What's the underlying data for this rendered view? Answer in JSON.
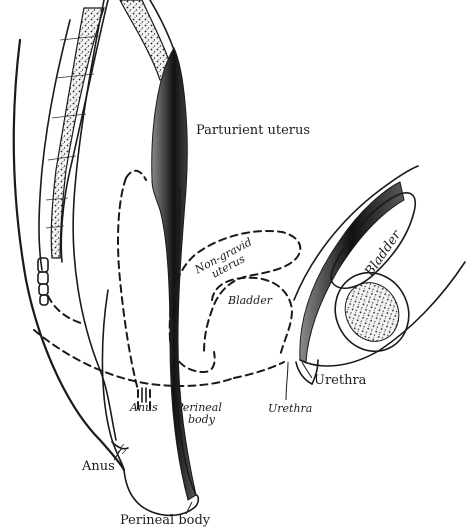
{
  "labels": {
    "parturient_uterus": "Parturient uterus",
    "bladder_parturient": "Bladder",
    "non_gravid_uterus_line1": "Non-gravid",
    "non_gravid_uterus_line2": "uterus",
    "bladder_non_gravid": "Bladder",
    "urethra_parturient": "Urethra",
    "urethra_non_gravid": "Urethra",
    "anus_non_gravid": "Anus",
    "perineal_body_non_gravid_line1": "Perineal",
    "perineal_body_non_gravid_line2": "body",
    "anus_parturient": "Anus",
    "perineal_body_parturient": "Perineal body"
  }
}
